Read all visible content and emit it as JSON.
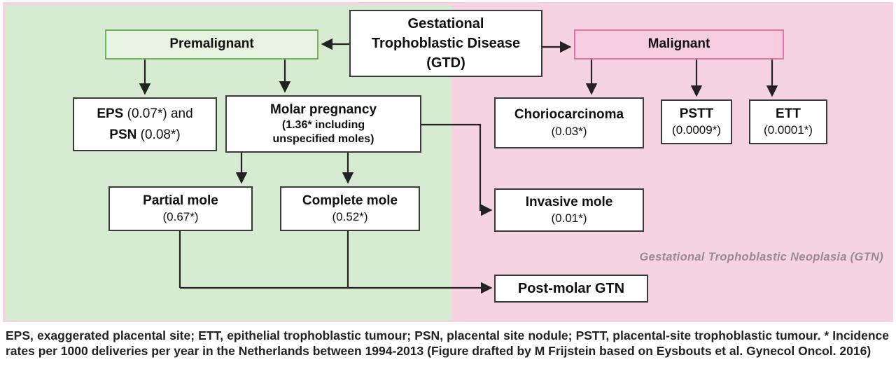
{
  "colors": {
    "green_background": "#d7ead2",
    "pink_background": "#f6d3e0",
    "premalignant_border": "#72b258",
    "malignant_border": "#e674ac",
    "box_border": "#3a3a3a",
    "gtn_caption_color": "#9a8b93"
  },
  "nodes": {
    "gtd": {
      "line1": "Gestational",
      "line2": "Trophoblastic Disease",
      "line3": "(GTD)"
    },
    "premalignant": {
      "label": "Premalignant"
    },
    "malignant": {
      "label": "Malignant"
    },
    "eps_psn": {
      "bold1": "EPS",
      "rest1": " (0.07*) and",
      "bold2": "PSN",
      "rest2": " (0.08*)"
    },
    "molar": {
      "title": "Molar pregnancy",
      "sub_line1": "(1.36* including",
      "sub_line2": "unspecified moles)"
    },
    "partial": {
      "title": "Partial mole",
      "sub": "(0.67*)"
    },
    "complete": {
      "title": "Complete mole",
      "sub": "(0.52*)"
    },
    "choriocarcinoma": {
      "title": "Choriocarcinoma",
      "sub": "(0.03*)"
    },
    "pstt": {
      "title": "PSTT",
      "sub": "(0.0009*)"
    },
    "ett": {
      "title": "ETT",
      "sub": "(0.0001*)"
    },
    "invasive": {
      "title": "Invasive mole",
      "sub": "(0.01*)"
    },
    "postmolar": {
      "label": "Post-molar GTN"
    }
  },
  "gtn_caption": "Gestational Trophoblastic Neoplasia (GTN)",
  "footnote": "EPS, exaggerated placental site; ETT, epithelial trophoblastic tumour; PSN, placental site nodule; PSTT, placental-site trophoblastic tumour. * Incidence rates per 1000 deliveries per year in the Netherlands between 1994-2013 (Figure drafted by M Frijstein based on Eysbouts et al. Gynecol Oncol. 2016)"
}
